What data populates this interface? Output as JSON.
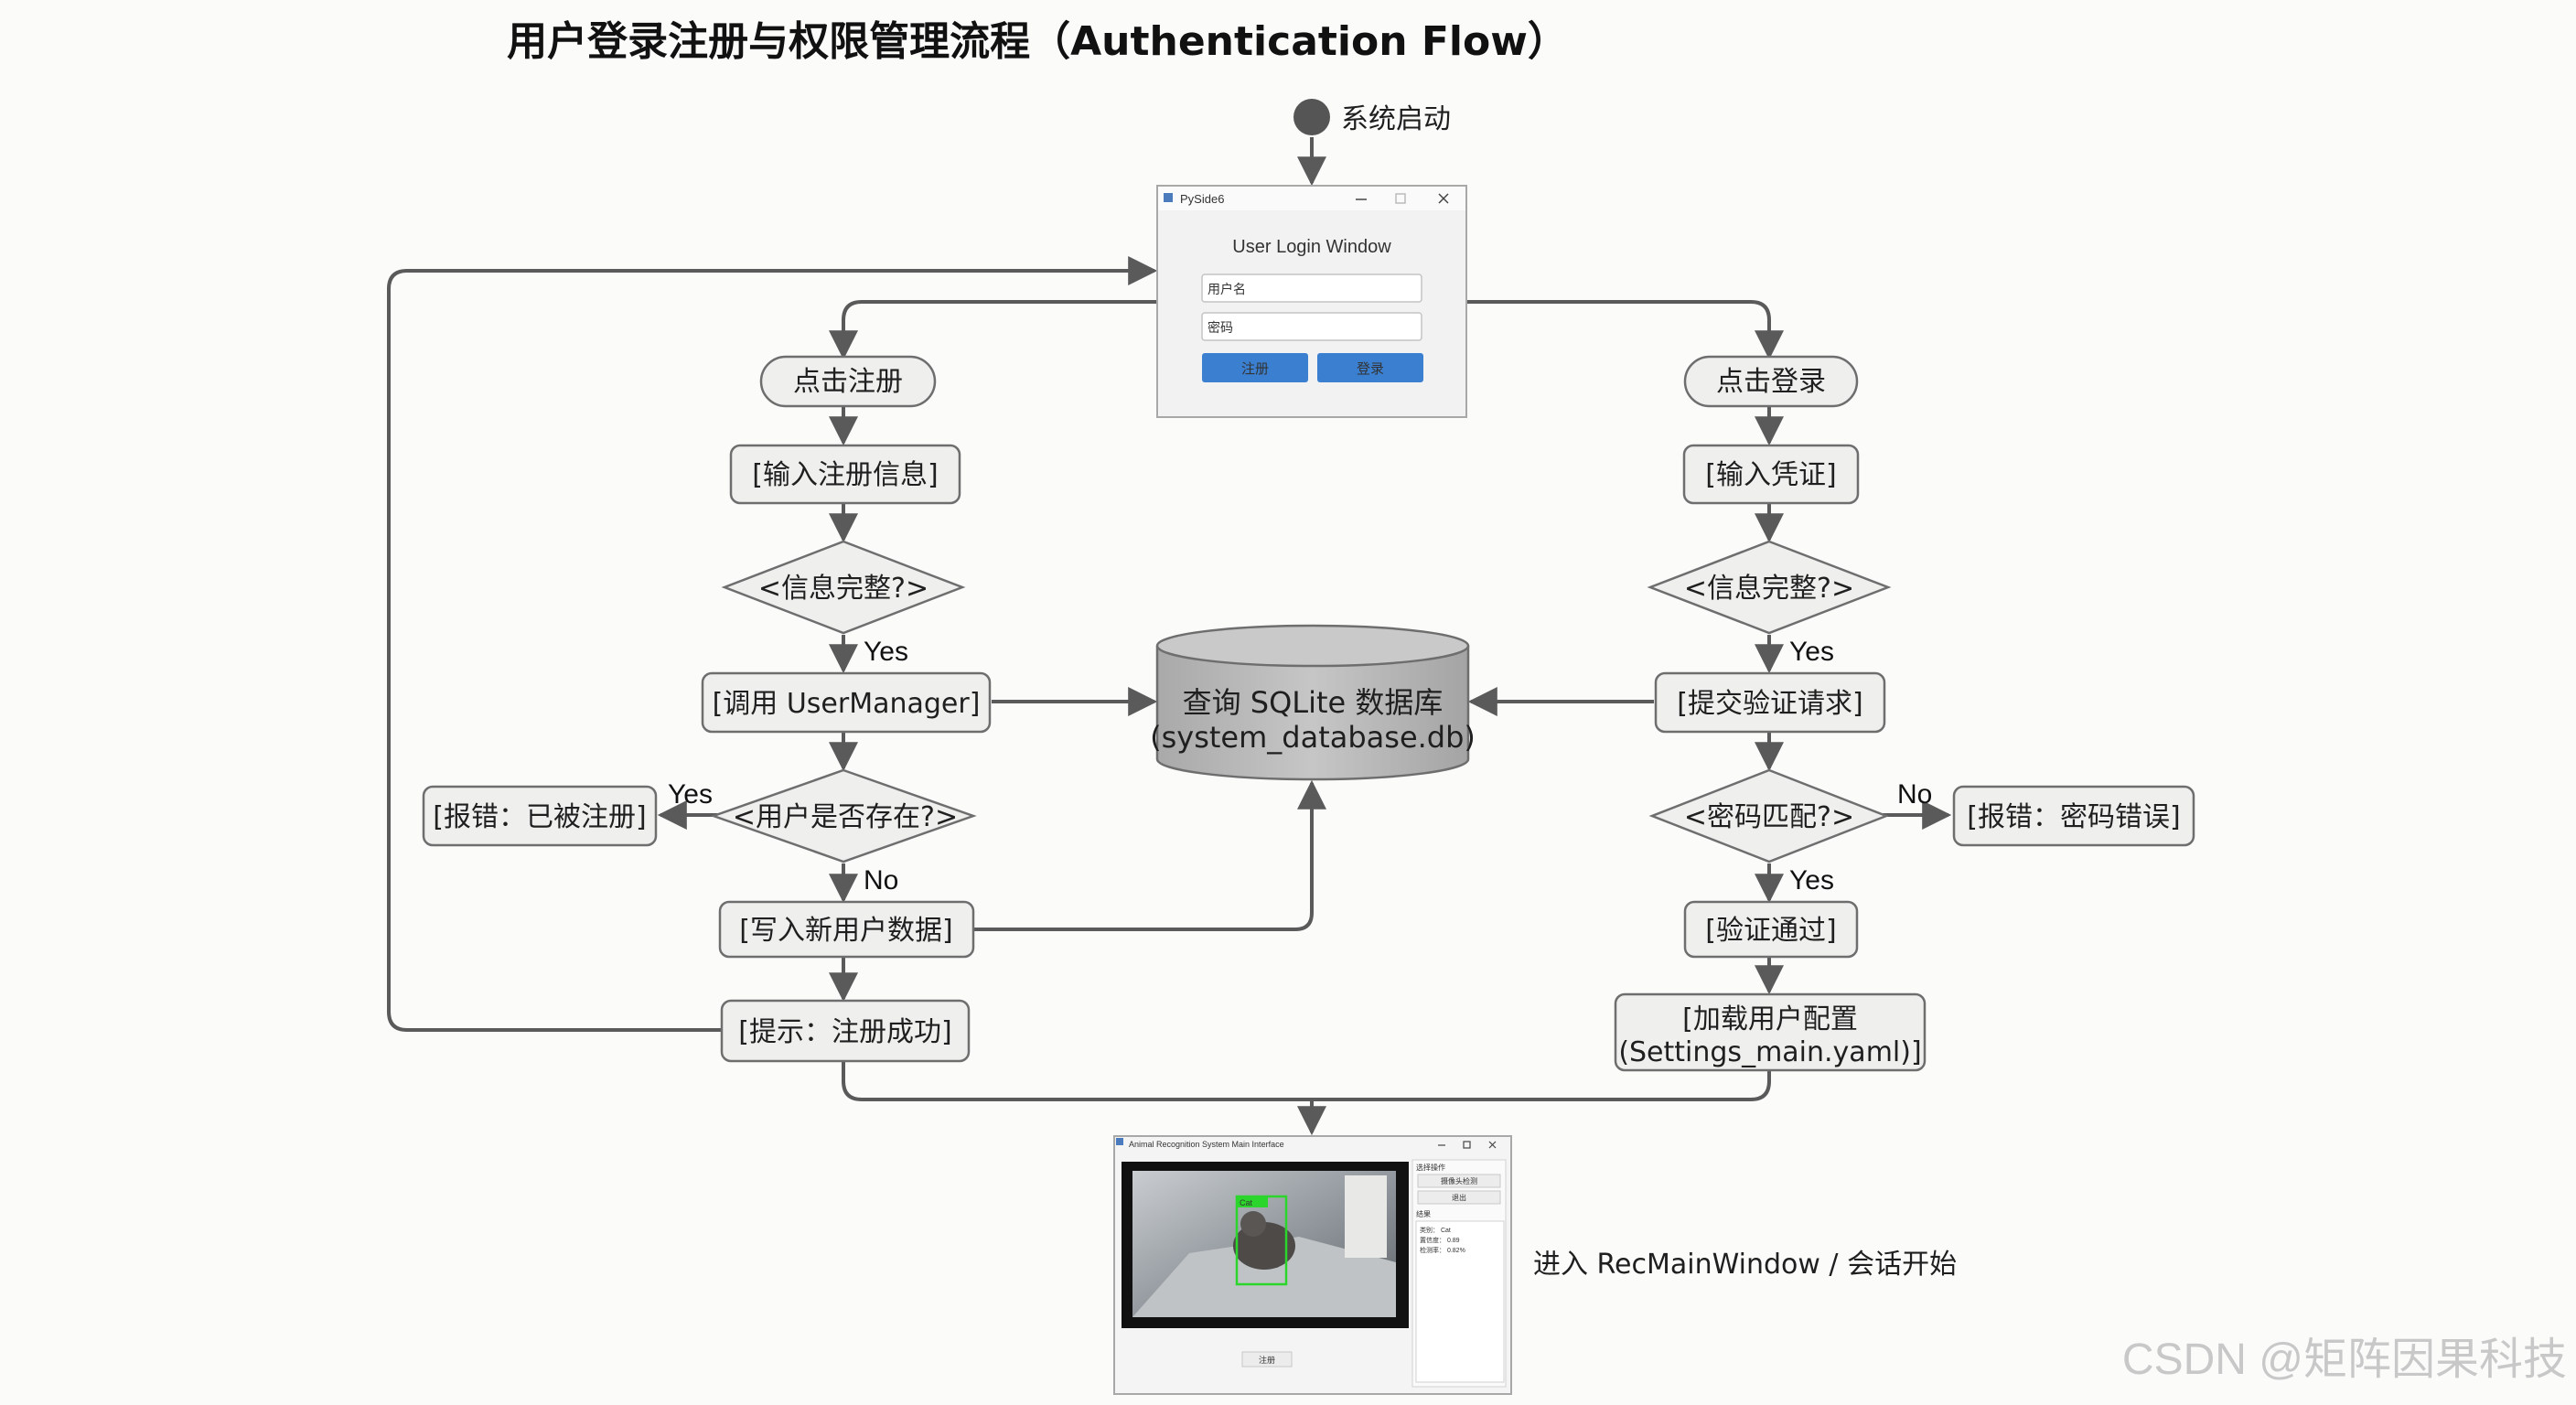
{
  "title": "用户登录注册与权限管理流程（Authentication Flow）",
  "start_label": "系统启动",
  "login_window": {
    "app_name": "PySide6",
    "heading": "User Login Window",
    "username_placeholder": "用户名",
    "password_placeholder": "密码",
    "register_button": "注册",
    "login_button": "登录"
  },
  "register_branch": {
    "click": "点击注册",
    "input": "[输入注册信息]",
    "check": "<信息完整?>",
    "check_yes": "Yes",
    "call": "[调用 UserManager]",
    "exists": "<用户是否存在?>",
    "exists_yes": "Yes",
    "exists_no": "No",
    "error": "[报错：已被注册]",
    "write": "[写入新用户数据]",
    "success": "[提示：注册成功]"
  },
  "database": {
    "line1": "查询 SQLite 数据库",
    "line2": "(system_database.db)"
  },
  "login_branch": {
    "click": "点击登录",
    "input": "[输入凭证]",
    "check": "<信息完整?>",
    "check_yes": "Yes",
    "submit": "[提交验证请求]",
    "match": "<密码匹配?>",
    "match_no": "No",
    "match_yes": "Yes",
    "error": "[报错：密码错误]",
    "pass": "[验证通过]",
    "load_line1": "[加载用户配置",
    "load_line2": "(Settings_main.yaml)]"
  },
  "main_window": {
    "window_title": "Animal Recognition System Main Interface",
    "bottom_button": "注册",
    "panel_op_heading": "选择操作",
    "panel_btn1": "摄像头检测",
    "panel_btn2": "退出",
    "panel_result_heading": "结果",
    "panel_results": [
      "类别：  Cat",
      "置信度：  0.89",
      "检测率：  0.82%"
    ],
    "detect_tag": "Cat"
  },
  "end_label": "进入 RecMainWindow / 会话开始",
  "watermark": "CSDN @矩阵因果科技",
  "colors": {
    "node_fill": "#efefed",
    "node_stroke": "#6e6e6e",
    "edge": "#5a5a5a",
    "button_blue": "#3a7fd0",
    "db_fill": "#b9b9b9",
    "detect_box": "#2bd52b"
  }
}
